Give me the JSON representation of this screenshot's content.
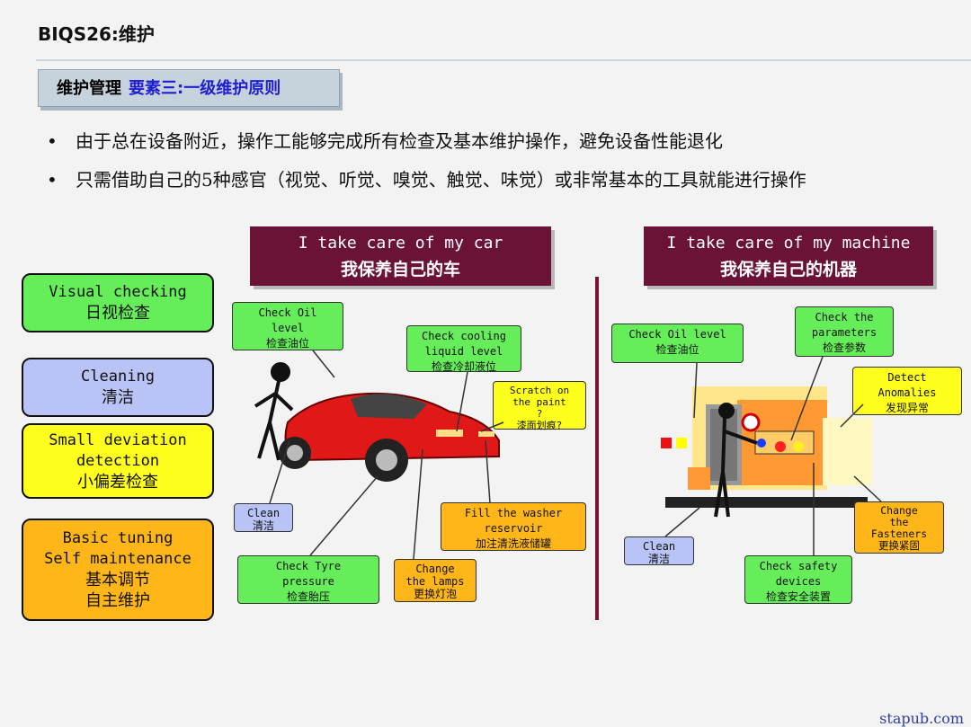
{
  "header": {
    "title": "BIQS26:维护"
  },
  "section": {
    "label": "维护管理",
    "subtitle": "要素三:一级维护原则"
  },
  "bullets": [
    "由于总在设备附近，操作工能够完成所有检查及基本维护操作，避免设备性能退化",
    "只需借助自己的5种感官（视觉、听觉、嗅觉、触觉、味觉）或非常基本的工具就能进行操作"
  ],
  "bullet_symbol": "•",
  "banners": {
    "car": {
      "en": "I take care of my car",
      "zh": "我保养自己的车"
    },
    "machine": {
      "en": "I take care of my machine",
      "zh": "我保养自己的机器"
    }
  },
  "categories": [
    {
      "en": "Visual checking",
      "zh": "日视检查",
      "color": "#66ee5a"
    },
    {
      "en": "Cleaning",
      "zh": "清洁",
      "color": "#b9c3f5"
    },
    {
      "en1": "Small deviation",
      "en2": "detection",
      "zh": "小偏差检查",
      "color": "#ffff1e"
    },
    {
      "en1": "Basic tuning",
      "en2": "Self maintenance",
      "zh1": "基本调节",
      "zh2": "自主维护",
      "color": "#ffb619"
    }
  ],
  "car_callouts": {
    "oil": {
      "l1": "Check Oil",
      "l2": "level",
      "zh": "检查油位"
    },
    "cooling": {
      "l1": "Check  cooling",
      "l2": "liquid level",
      "zh": "检查冷却液位"
    },
    "scratch": {
      "l1": "Scratch on",
      "l2": "the paint",
      "l3": "?",
      "zh": "漆面划痕?"
    },
    "clean": {
      "l1": "Clean",
      "zh": "清洁"
    },
    "washer": {
      "l1": "Fill  the washer",
      "l2": "reservoir",
      "zh": "加注清洗液储罐"
    },
    "tyre": {
      "l1": "Check Tyre",
      "l2": "pressure",
      "zh": "检查胎压"
    },
    "lamps": {
      "l1": "Change",
      "l2": "the lamps",
      "zh": "更换灯泡"
    }
  },
  "machine_callouts": {
    "oil": {
      "l1": "Check Oil level",
      "zh": "检查油位"
    },
    "params": {
      "l1": "Check  the",
      "l2": "parameters",
      "zh": "检查参数"
    },
    "anomalies": {
      "l1": "Detect",
      "l2": "Anomalies",
      "zh": "发现异常"
    },
    "fasteners": {
      "l1": "Change",
      "l2": "the",
      "l3": "Fasteners",
      "zh": "更换紧固"
    },
    "clean": {
      "l1": "Clean",
      "zh": "清洁"
    },
    "safety": {
      "l1": "Check safety",
      "l2": "devices",
      "zh": "检查安全装置"
    }
  },
  "watermark": "stapub.com"
}
